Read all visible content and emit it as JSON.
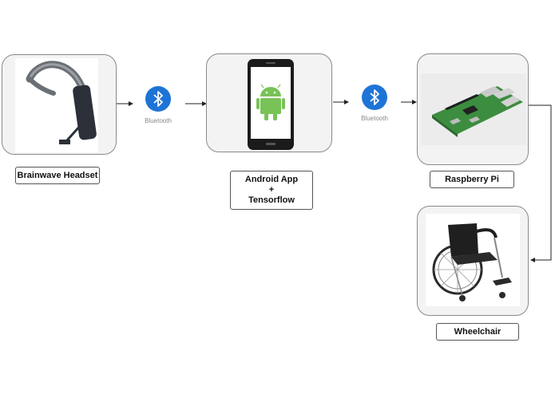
{
  "nodes": {
    "headset": {
      "label": "Brainwave Headset"
    },
    "phone": {
      "label": "Android App\n+\nTensorflow"
    },
    "pi": {
      "label": "Raspberry Pi"
    },
    "wheelchair": {
      "label": "Wheelchair"
    }
  },
  "links": {
    "bt1": {
      "text": "Bluetooth",
      "icon": "bluetooth-icon"
    },
    "bt2": {
      "text": "Bluetooth",
      "icon": "bluetooth-icon"
    }
  },
  "colors": {
    "bluetooth": "#1e74d6",
    "android": "#78c257",
    "box_fill": "#f3f3f3",
    "box_border": "#8a8a8a"
  }
}
